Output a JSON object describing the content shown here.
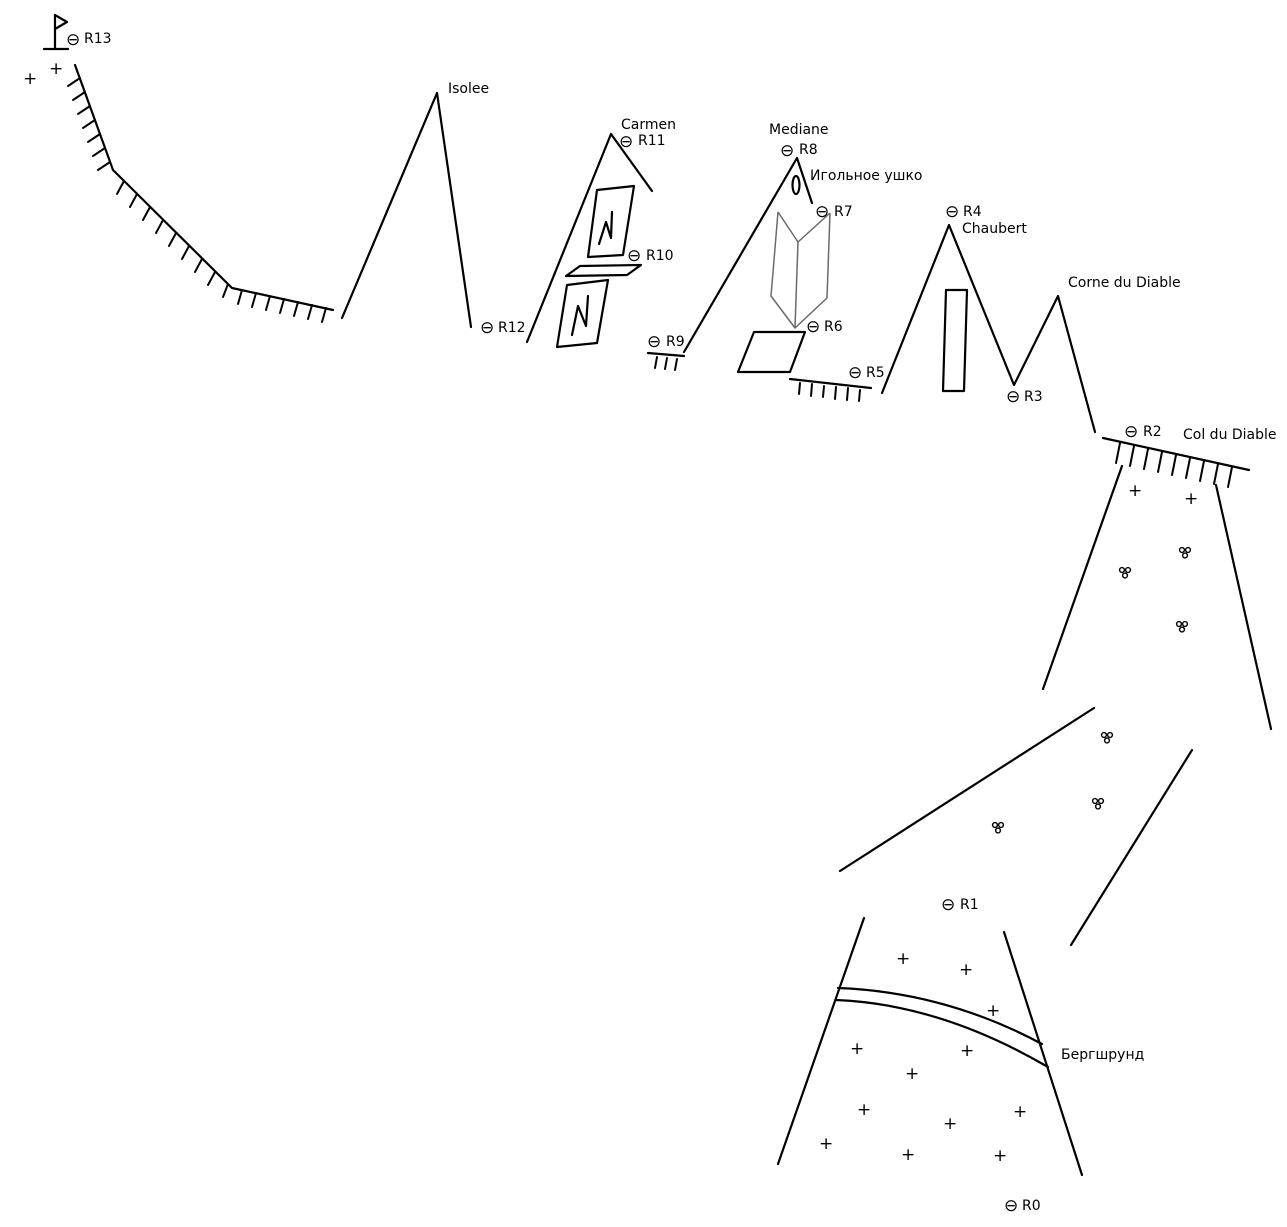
{
  "labels": {
    "isolee": "Isolee",
    "carmen": "Carmen",
    "mediane": "Mediane",
    "eye": "Игольное ушко",
    "chaubert": "Chaubert",
    "corne": "Corne du Diable",
    "col": "Col du Diable",
    "berg": "Бергшрунд"
  },
  "stations": {
    "r0": "R0",
    "r1": "R1",
    "r2": "R2",
    "r3": "R3",
    "r4": "R4",
    "r5": "R5",
    "r6": "R6",
    "r7": "R7",
    "r8": "R8",
    "r9": "R9",
    "r10": "R10",
    "r11": "R11",
    "r12": "R12",
    "r13": "R13"
  },
  "symbols": {
    "anchor": "⊖",
    "snow": "+"
  }
}
